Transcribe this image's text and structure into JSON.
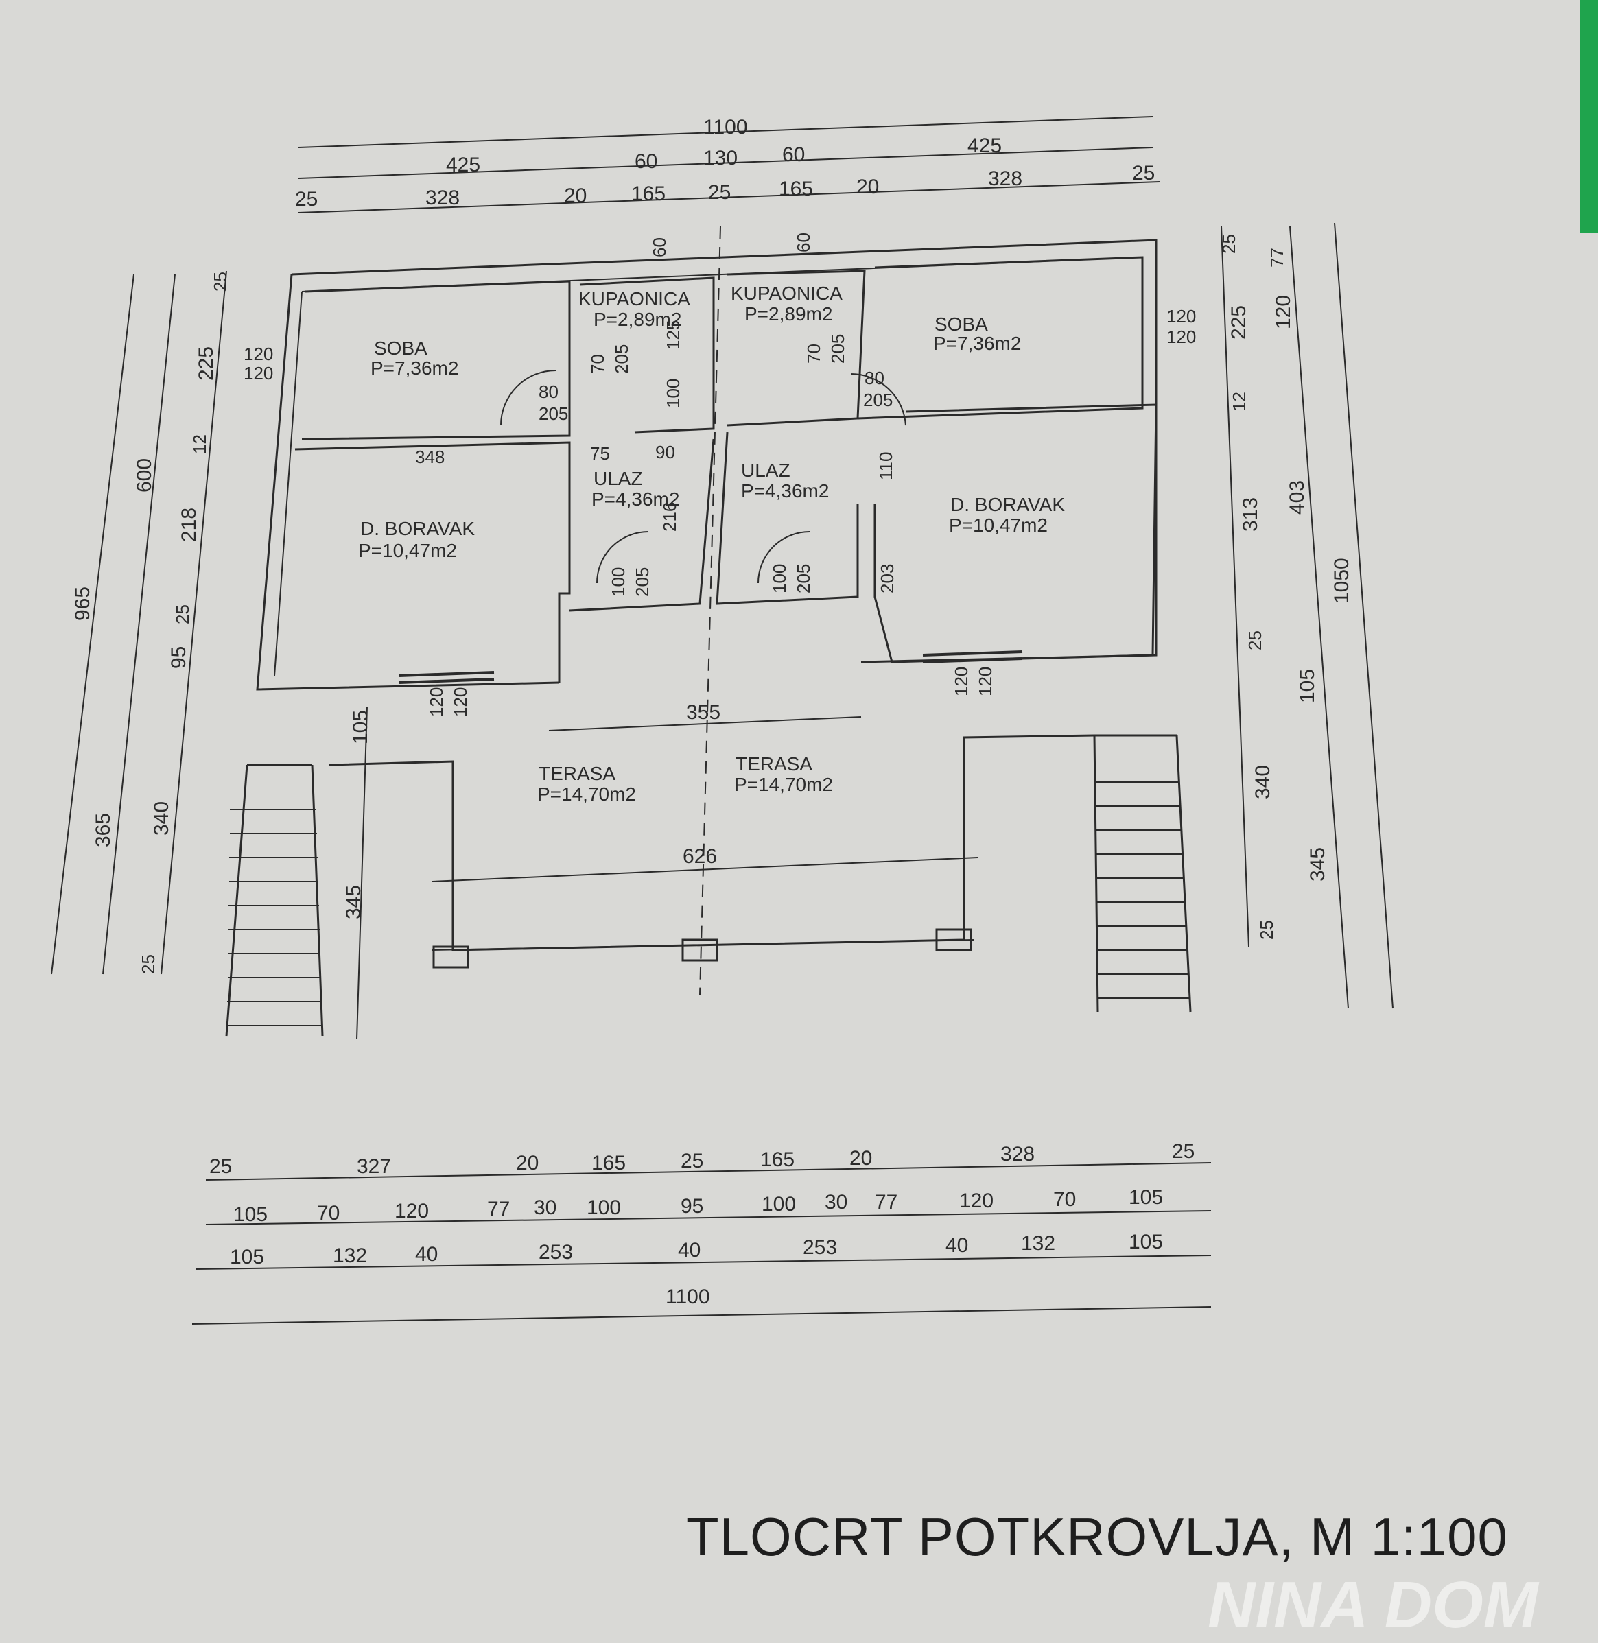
{
  "title": "TLOCRT POTKROVLJA, M 1:100",
  "logo_text": "NINA DOM",
  "colors": {
    "paper": "#d9d9d6",
    "ink": "#2b2b2b",
    "edge": "#1fa44d"
  },
  "rooms": {
    "soba_name": "SOBA",
    "soba_area": "P=7,36m2",
    "kupaonica_name": "KUPAONICA",
    "kupaonica_area": "P=2,89m2",
    "ulaz_name": "ULAZ",
    "ulaz_area": "P=4,36m2",
    "boravak_name": "D. BORAVAK",
    "boravak_area": "P=10,47m2",
    "terasa_name": "TERASA",
    "terasa_area": "P=14,70m2"
  },
  "dims": {
    "top1": [
      "1100"
    ],
    "top2": [
      "425",
      "60",
      "130",
      "60",
      "425"
    ],
    "top3": [
      "25",
      "328",
      "20",
      "165",
      "25",
      "165",
      "20",
      "328",
      "25"
    ],
    "bot1": [
      "25",
      "327",
      "20",
      "165",
      "25",
      "165",
      "20",
      "328",
      "25"
    ],
    "bot2": [
      "105",
      "70",
      "120",
      "77",
      "30",
      "100",
      "95",
      "100",
      "30",
      "77",
      "120",
      "70",
      "105"
    ],
    "bot3": [
      "105",
      "132",
      "40",
      "253",
      "40",
      "253",
      "40",
      "132",
      "105"
    ],
    "bot4": [
      "1100"
    ],
    "left": [
      "965",
      "365",
      "600",
      "340",
      "25",
      "225",
      "12",
      "218",
      "25",
      "95",
      "25"
    ],
    "right": [
      "1050",
      "345",
      "25",
      "225",
      "12",
      "313",
      "25",
      "340",
      "25",
      "77",
      "120",
      "403",
      "105"
    ],
    "inner": [
      "120",
      "120",
      "80",
      "205",
      "348",
      "75",
      "90",
      "60",
      "60",
      "70",
      "205",
      "125",
      "100",
      "216",
      "100",
      "205",
      "355",
      "626",
      "105",
      "345",
      "110",
      "203"
    ]
  }
}
